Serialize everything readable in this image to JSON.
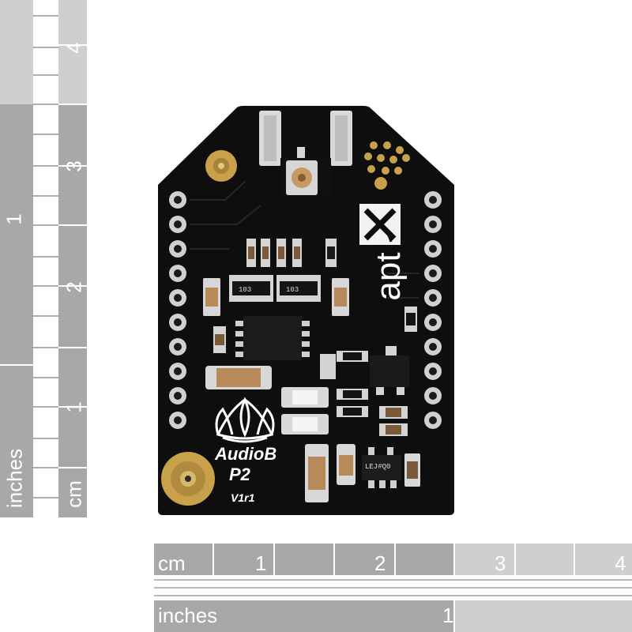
{
  "photo": {
    "subject": "AudioB P2 breakout board",
    "board_text": {
      "name_line1": "AudioB",
      "name_line2": "P2",
      "version": "V1r1",
      "brand": "apt",
      "chip_103_a": "103",
      "chip_103_b": "103",
      "chip_lej": "LEJ#Q0"
    }
  },
  "vertical_ruler": {
    "cm_label": "cm",
    "inches_label": "inches",
    "cm_ticks": [
      "1",
      "2",
      "3",
      "4"
    ],
    "inch_ticks": [
      "1"
    ]
  },
  "horizontal_ruler": {
    "cm_label": "cm",
    "inches_label": "inches",
    "cm_ticks": [
      "1",
      "2",
      "3",
      "4"
    ],
    "inch_ticks": [
      "1"
    ]
  },
  "colors": {
    "board": "#0d0d0d",
    "ruler_dark": "#a6a6a6",
    "ruler_light": "#d4d4d4",
    "gold": "#c9a14a",
    "silver": "#d8d8d8"
  }
}
